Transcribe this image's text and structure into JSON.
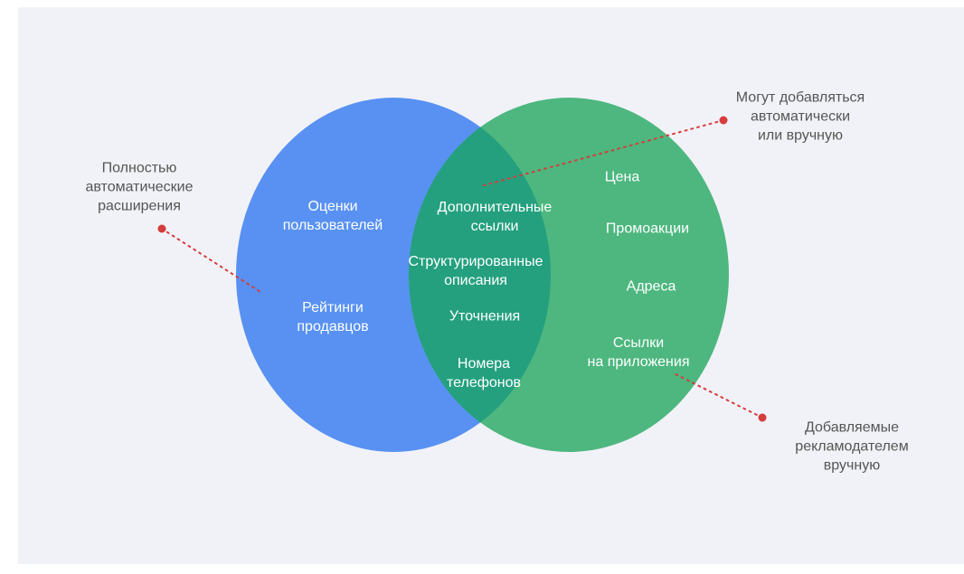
{
  "colors": {
    "blue": "#5891f2",
    "green": "#4db77f",
    "overlap": "#24a07f",
    "red": "#d63c3c",
    "note_text": "#555555",
    "background": "#f1f2f7"
  },
  "blue_circle": {
    "items": [
      "Оценки\nпользователей",
      "Рейтинги\nпродавцов"
    ]
  },
  "overlap": {
    "items": [
      "Дополнительные\nссылки",
      "Структурированные\nописания",
      "Уточнения",
      "Номера\nтелефонов"
    ]
  },
  "green_circle": {
    "items": [
      "Цена",
      "Промоакции",
      "Адреса",
      "Ссылки\nна приложения"
    ]
  },
  "annotations": {
    "automatic": "Полностью\nавтоматические\nрасширения",
    "auto_or_manual": "Могут добавляться\nавтоматически\nили вручную",
    "manual": "Добавляемые\nрекламодателем\nвручную"
  }
}
